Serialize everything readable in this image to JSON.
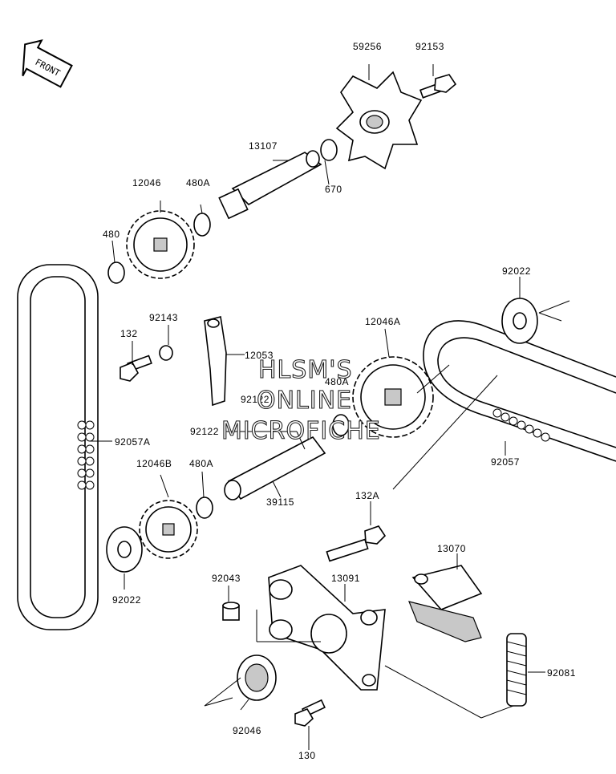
{
  "diagram": {
    "front_arrow_label": "FRONT",
    "watermark": {
      "line1": "HLSM'S",
      "line2": "ONLINE",
      "line3": "MICROFICHE"
    },
    "parts": [
      {
        "id": "p59256",
        "label": "59256"
      },
      {
        "id": "p92153",
        "label": "92153"
      },
      {
        "id": "p13107",
        "label": "13107"
      },
      {
        "id": "p670",
        "label": "670"
      },
      {
        "id": "p12046",
        "label": "12046"
      },
      {
        "id": "p480A_top",
        "label": "480A"
      },
      {
        "id": "p480",
        "label": "480"
      },
      {
        "id": "p92022_right",
        "label": "92022"
      },
      {
        "id": "p92143",
        "label": "92143"
      },
      {
        "id": "p132",
        "label": "132"
      },
      {
        "id": "p12053",
        "label": "12053"
      },
      {
        "id": "p12046A",
        "label": "12046A"
      },
      {
        "id": "p480A_mid",
        "label": "480A"
      },
      {
        "id": "p92122_a",
        "label": "92122"
      },
      {
        "id": "p92057A",
        "label": "92057A"
      },
      {
        "id": "p92122_b",
        "label": "92122"
      },
      {
        "id": "p92057",
        "label": "92057"
      },
      {
        "id": "p12046B",
        "label": "12046B"
      },
      {
        "id": "p480A_low",
        "label": "480A"
      },
      {
        "id": "p39115",
        "label": "39115"
      },
      {
        "id": "p132A",
        "label": "132A"
      },
      {
        "id": "p13070",
        "label": "13070"
      },
      {
        "id": "p92022_left",
        "label": "92022"
      },
      {
        "id": "p92043",
        "label": "92043"
      },
      {
        "id": "p13091",
        "label": "13091"
      },
      {
        "id": "p92081",
        "label": "92081"
      },
      {
        "id": "p92046",
        "label": "92046"
      },
      {
        "id": "p130",
        "label": "130"
      }
    ]
  }
}
